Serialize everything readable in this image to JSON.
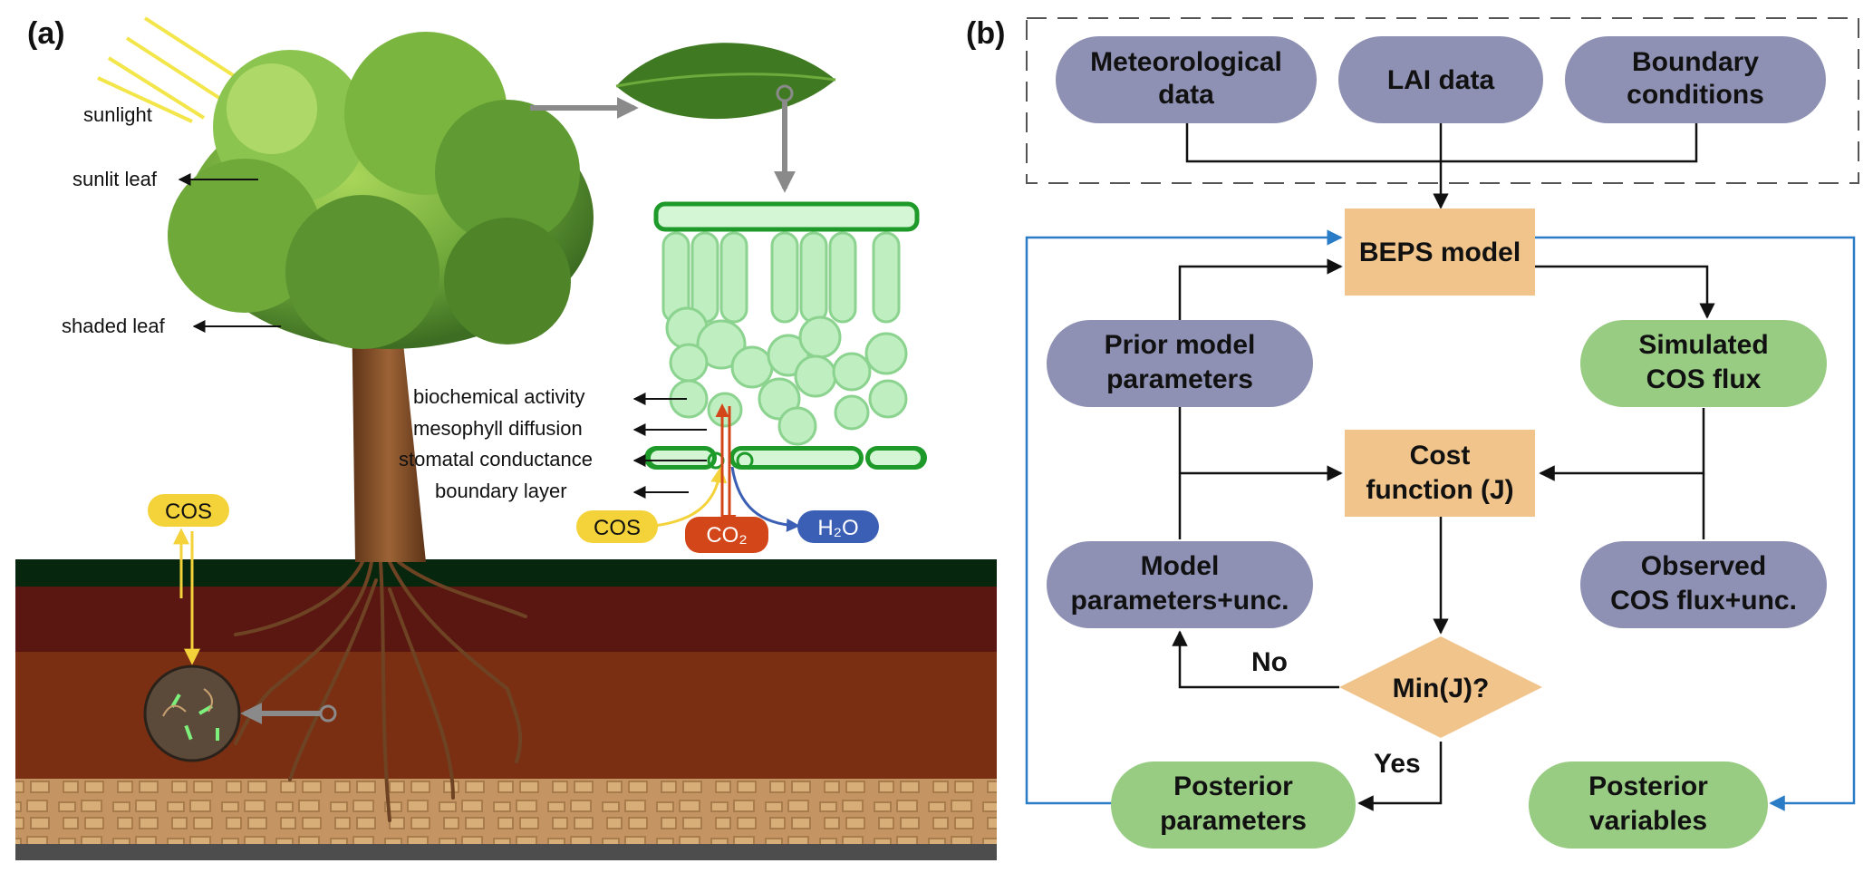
{
  "panel_a": {
    "label": "(a)",
    "tree_labels": {
      "sunlight": "sunlight",
      "sunlit_leaf": "sunlit leaf",
      "shaded_leaf": "shaded leaf"
    },
    "leaf_process_labels": {
      "biochemical_activity": "biochemical activity",
      "mesophyll_diffusion": "mesophyll diffusion",
      "stomatal_conductance": "stomatal conductance",
      "boundary_layer": "boundary layer"
    },
    "gases": {
      "cos_leaf": "COS",
      "co2": "CO₂",
      "h2o": "H₂O",
      "cos_soil": "COS"
    },
    "colors": {
      "cos": "#f3d23a",
      "co2": "#d2461a",
      "h2o": "#3a5fb4",
      "mesophyll": "#bfeec0",
      "epidermis": "#1e9a2a",
      "soil_top": "#06260d",
      "soil_upper": "#5a1611",
      "soil_mid": "#7a2f12",
      "soil_bottom": "#c49563"
    }
  },
  "panel_b": {
    "label": "(b)",
    "nodes": {
      "meteorological": [
        "Meteorological",
        "data"
      ],
      "lai": [
        "LAI data"
      ],
      "boundary": [
        "Boundary",
        "conditions"
      ],
      "beps": [
        "BEPS model"
      ],
      "prior": [
        "Prior model",
        "parameters"
      ],
      "simulated": [
        "Simulated",
        "COS flux"
      ],
      "cost": [
        "Cost",
        "function (J)"
      ],
      "model_unc": [
        "Model",
        "parameters+unc."
      ],
      "observed": [
        "Observed",
        "COS flux+unc."
      ],
      "min": [
        "Min(J)?"
      ],
      "posterior_params": [
        "Posterior",
        "parameters"
      ],
      "posterior_vars": [
        "Posterior",
        "variables"
      ]
    },
    "edge_labels": {
      "no": "No",
      "yes": "Yes"
    },
    "colors": {
      "input_node": "#8f91b4",
      "process_node": "#f0c48a",
      "output_node": "#98cc83",
      "feedback_line": "#2b7cc6",
      "flow_line": "#111111"
    }
  }
}
